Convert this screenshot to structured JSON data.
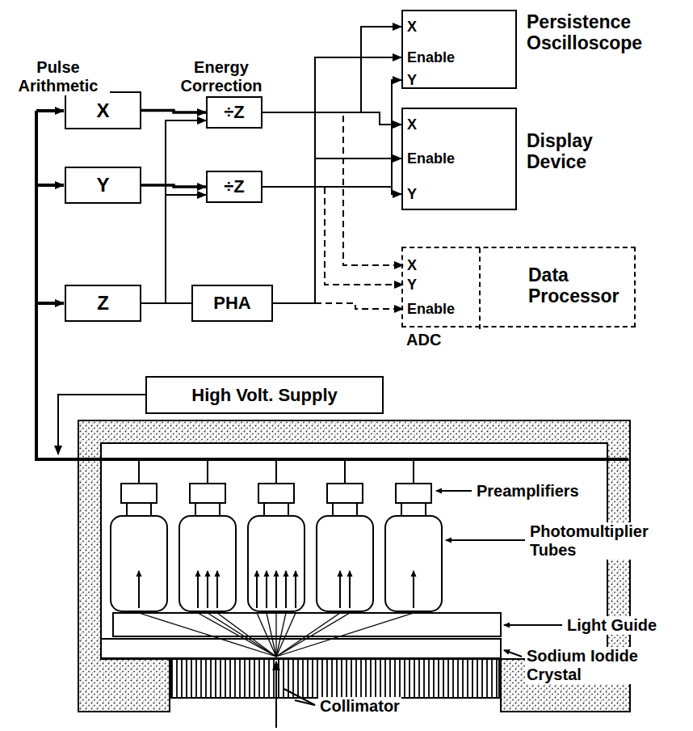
{
  "diagram": {
    "nodes": [
      {
        "text": [
          "X"
        ]
      },
      {
        "text": [
          "Y"
        ]
      },
      {
        "text": [
          "Z"
        ]
      },
      {
        "text": [
          "÷Z"
        ]
      },
      {
        "text": [
          "÷Z"
        ]
      },
      {
        "text": [
          "PHA"
        ]
      },
      {
        "text": [
          "X",
          "Enable",
          "Y",
          "Persistence Oscilloscope"
        ]
      },
      {
        "text": [
          "X",
          "Enable",
          "Y",
          "Display Device"
        ]
      },
      {
        "text": [
          "Data Processor"
        ]
      },
      {
        "text": [
          "X",
          "Y",
          "Enable",
          "ADC"
        ],
        "in": 8
      },
      {
        "text": [
          "High Volt. Supply"
        ]
      }
    ],
    "edges": [
      {
        "from": 0,
        "to": 3,
        "arrow": "to"
      },
      {
        "from": 1,
        "to": 4,
        "arrow": "to"
      },
      {
        "from": 2,
        "to": 3,
        "arrow": "to"
      },
      {
        "from": 2,
        "to": 4,
        "arrow": "to"
      },
      {
        "from": 2,
        "to": 5,
        "arrow": "none"
      },
      {
        "from": 3,
        "to": 6,
        "arrow": "to"
      },
      {
        "from": 3,
        "to": 7,
        "arrow": "to"
      },
      {
        "from": 3,
        "to": 9,
        "arrow": "to"
      },
      {
        "from": 4,
        "to": 6,
        "arrow": "to"
      },
      {
        "from": 4,
        "to": 7,
        "arrow": "to"
      },
      {
        "from": 4,
        "to": 9,
        "arrow": "to"
      },
      {
        "from": 5,
        "to": 6,
        "arrow": "to"
      },
      {
        "from": 5,
        "to": 7,
        "arrow": "to"
      },
      {
        "from": 5,
        "to": 9,
        "arrow": "to"
      }
    ],
    "labels": [
      "Pulse Arithmetic",
      "Energy Correction",
      "Preamplifiers",
      "Photomultiplier Tubes",
      "Light Guide",
      "Sodium Iodide Crystal",
      "Collimator"
    ]
  }
}
